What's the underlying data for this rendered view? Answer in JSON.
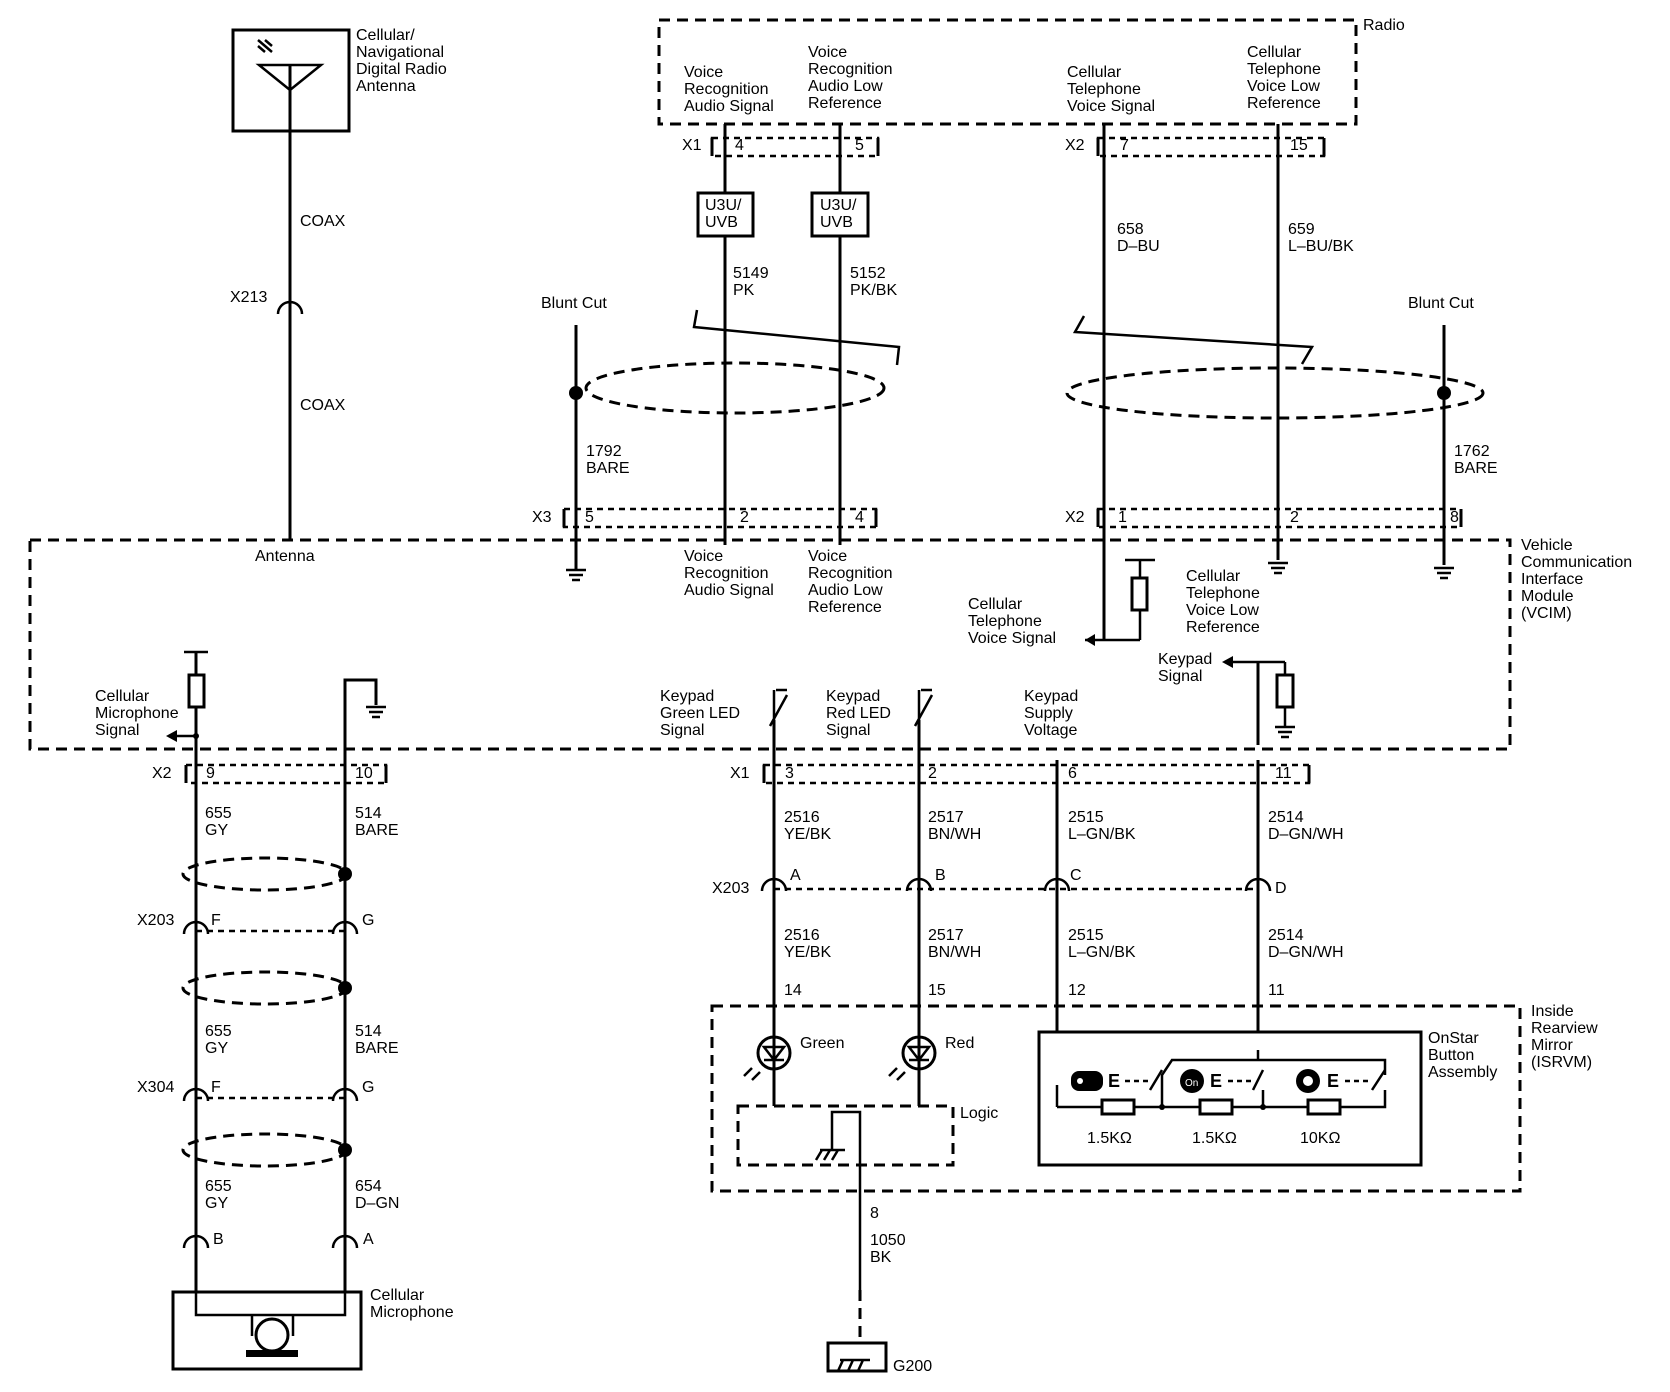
{
  "components": {
    "antenna": "Cellular/\nNavigational\nDigital Radio\nAntenna",
    "radio": "Radio",
    "vcim": "Vehicle\nCommunication\nInterface\nModule\n(VCIM)",
    "isrvm": "Inside\nRearview\nMirror\n(ISRVM)",
    "onstar": "OnStar\nButton\nAssembly",
    "logic": "Logic",
    "microphone": "Cellular\nMicrophone",
    "ground": "G200"
  },
  "radio_pins": {
    "voice_signal": "Voice\nRecognition\nAudio Signal",
    "voice_low": "Voice\nRecognition\nAudio Low\nReference",
    "cell_signal": "Cellular\nTelephone\nVoice Signal",
    "cell_low": "Cellular\nTelephone\nVoice Low\nReference"
  },
  "vcim_pins": {
    "antenna": "Antenna",
    "voice_signal": "Voice\nRecognition\nAudio Signal",
    "voice_low": "Voice\nRecognition\nAudio Low\nReference",
    "cell_signal": "Cellular\nTelephone\nVoice Signal",
    "cell_low": "Cellular\nTelephone\nVoice Low\nReference",
    "keypad_signal": "Keypad\nSignal",
    "mic_signal": "Cellular\nMicrophone\nSignal",
    "green_led": "Keypad\nGreen LED\nSignal",
    "red_led": "Keypad\nRed LED\nSignal",
    "supply": "Keypad\nSupply\nVoltage"
  },
  "connectors": {
    "x1": "X1",
    "x2": "X2",
    "x3": "X3",
    "x213": "X213",
    "x203": "X203",
    "x304": "X304"
  },
  "pins": {
    "r4": "4",
    "r5": "5",
    "r7": "7",
    "r15": "15",
    "v5": "5",
    "v2": "2",
    "v4": "4",
    "v1": "1",
    "v2b": "2",
    "v8": "8",
    "m9": "9",
    "m10": "10",
    "k3": "3",
    "k2": "2",
    "k6": "6",
    "k11": "11",
    "i14": "14",
    "i15": "15",
    "i12": "12",
    "i11": "11",
    "i8": "8",
    "A": "A",
    "B": "B",
    "C": "C",
    "D": "D",
    "F": "F",
    "G": "G",
    "F2": "F",
    "G2": "G",
    "micB": "B",
    "micA": "A"
  },
  "wires": {
    "coax": "COAX",
    "w5149": "5149\nPK",
    "w5152": "5152\nPK/BK",
    "w658": "658\nD–BU",
    "w659": "659\nL–BU/BK",
    "w1792": "1792\nBARE",
    "w1762": "1762\nBARE",
    "w655": "655\nGY",
    "w514": "514\nBARE",
    "w654": "654\nD–GN",
    "w2516": "2516\nYE/BK",
    "w2517": "2517\nBN/WH",
    "w2515": "2515\nL–GN/BK",
    "w2514": "2514\nD–GN/WH",
    "w1050": "1050\nBK"
  },
  "labels": {
    "blunt": "Blunt Cut",
    "option": "U3U/\nUVB",
    "green": "Green",
    "red": "Red",
    "r1": "1.5KΩ",
    "r2": "1.5KΩ",
    "r3": "10KΩ"
  }
}
